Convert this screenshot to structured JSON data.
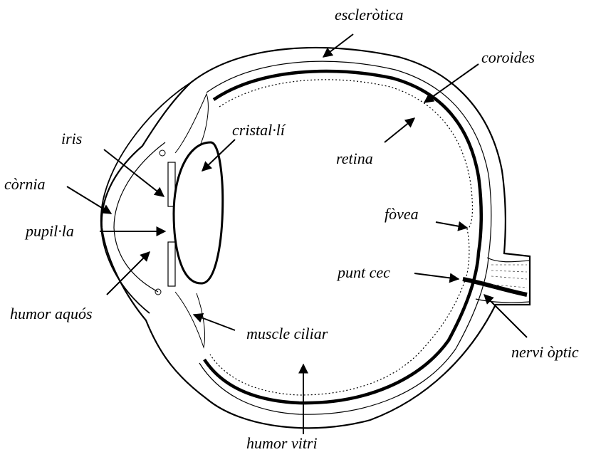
{
  "labels": {
    "sclera": "escleròtica",
    "choroid": "coroides",
    "lens": "cristal·lí",
    "retina": "retina",
    "iris": "iris",
    "cornea": "còrnia",
    "pupil": "pupil·la",
    "fovea": "fòvea",
    "blind_spot": "punt cec",
    "aqueous_humor": "humor aquós",
    "ciliary_muscle": "muscle ciliar",
    "optic_nerve": "nervi òptic",
    "vitreous_humor": "humor vitri"
  }
}
